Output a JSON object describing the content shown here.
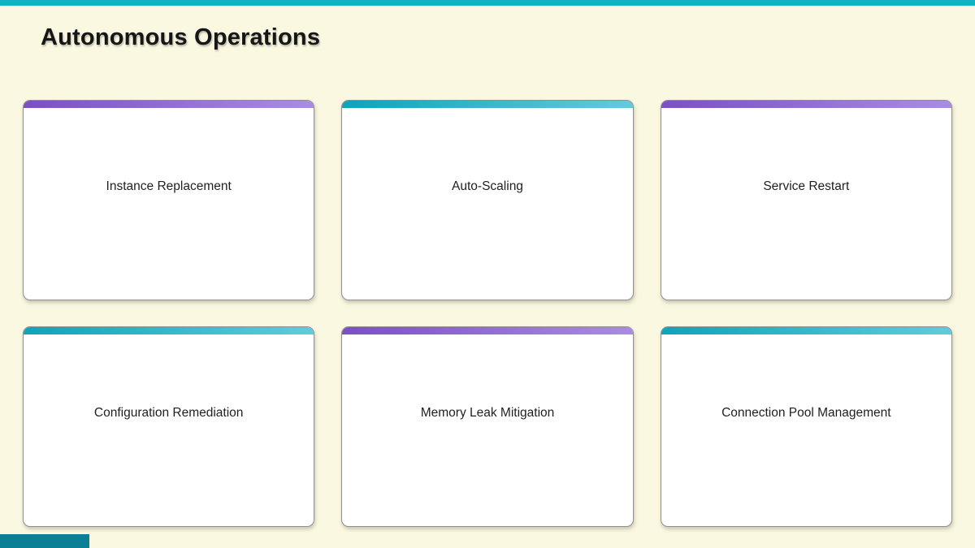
{
  "header": {
    "title": "Autonomous Operations"
  },
  "theme": {
    "top_bar_color": "#10b1c6",
    "background_color": "#fbf8e2",
    "card_background": "#ffffff",
    "accent_purple_start": "#7b4fc6",
    "accent_purple_end": "#a98ce2",
    "accent_teal_start": "#0fa3ba",
    "accent_teal_end": "#62cbdb",
    "footer_bar_color": "#0b7f93"
  },
  "cards": [
    {
      "label": "Instance Replacement",
      "accent": "purple"
    },
    {
      "label": "Auto-Scaling",
      "accent": "teal"
    },
    {
      "label": "Service Restart",
      "accent": "purple"
    },
    {
      "label": "Configuration Remediation",
      "accent": "teal"
    },
    {
      "label": "Memory Leak Mitigation",
      "accent": "purple"
    },
    {
      "label": "Connection Pool Management",
      "accent": "teal"
    }
  ]
}
